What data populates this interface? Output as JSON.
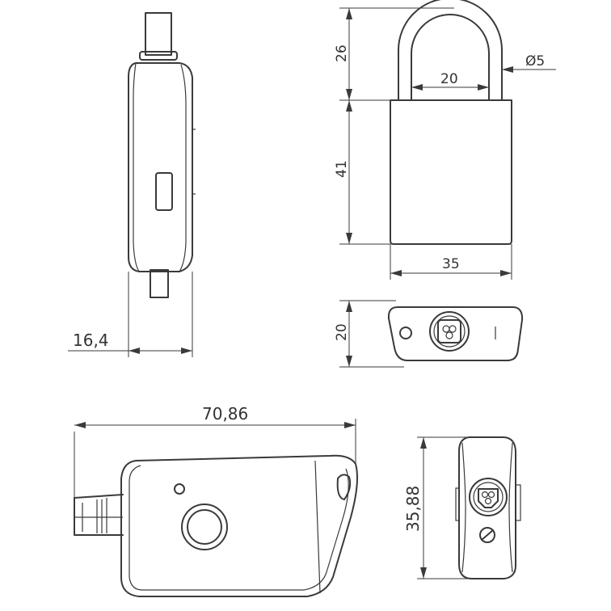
{
  "dimensions": {
    "side_thickness": "16,4",
    "shackle_height": "26",
    "shackle_inner_width": "20",
    "shackle_diameter": "Ø5",
    "body_height": "41",
    "body_width": "35",
    "top_depth": "20",
    "key_length": "70,86",
    "key_width": "35,88"
  },
  "colors": {
    "line": "#3a3a3a",
    "background": "#ffffff"
  }
}
